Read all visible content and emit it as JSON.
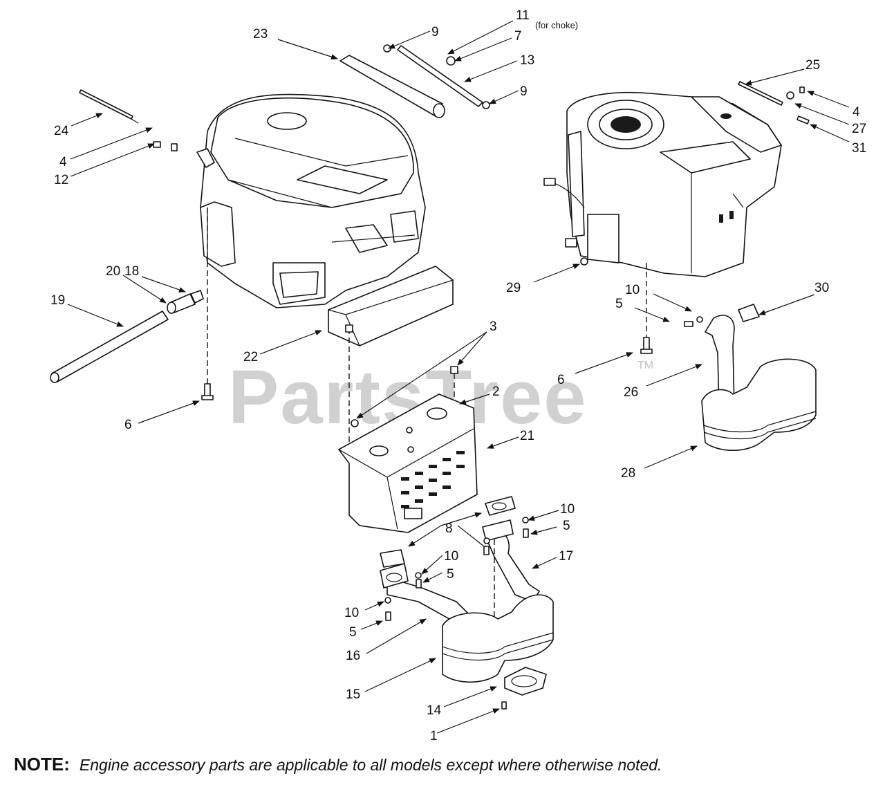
{
  "watermark": {
    "text": "PartsTree",
    "tm": "TM"
  },
  "annotations": {
    "choke": "(for choke)"
  },
  "callouts": {
    "c1": "1",
    "c2": "2",
    "c3": "3",
    "c4a": "4",
    "c4b": "4",
    "c5a": "5",
    "c5b": "5",
    "c5c": "5",
    "c5d": "5",
    "c6a": "6",
    "c6b": "6",
    "c7": "7",
    "c8": "8",
    "c9a": "9",
    "c9b": "9",
    "c10a": "10",
    "c10b": "10",
    "c10c": "10",
    "c10d": "10",
    "c11": "11",
    "c12": "12",
    "c13": "13",
    "c14": "14",
    "c15": "15",
    "c16": "16",
    "c17": "17",
    "c18": "18",
    "c19": "19",
    "c20": "20",
    "c21": "21",
    "c22": "22",
    "c23": "23",
    "c24": "24",
    "c25": "25",
    "c26": "26",
    "c27": "27",
    "c28": "28",
    "c29": "29",
    "c30": "30",
    "c31": "31"
  },
  "note": {
    "label": "NOTE:",
    "text": "Engine  accessory parts are applicable to all models except where otherwise noted."
  }
}
